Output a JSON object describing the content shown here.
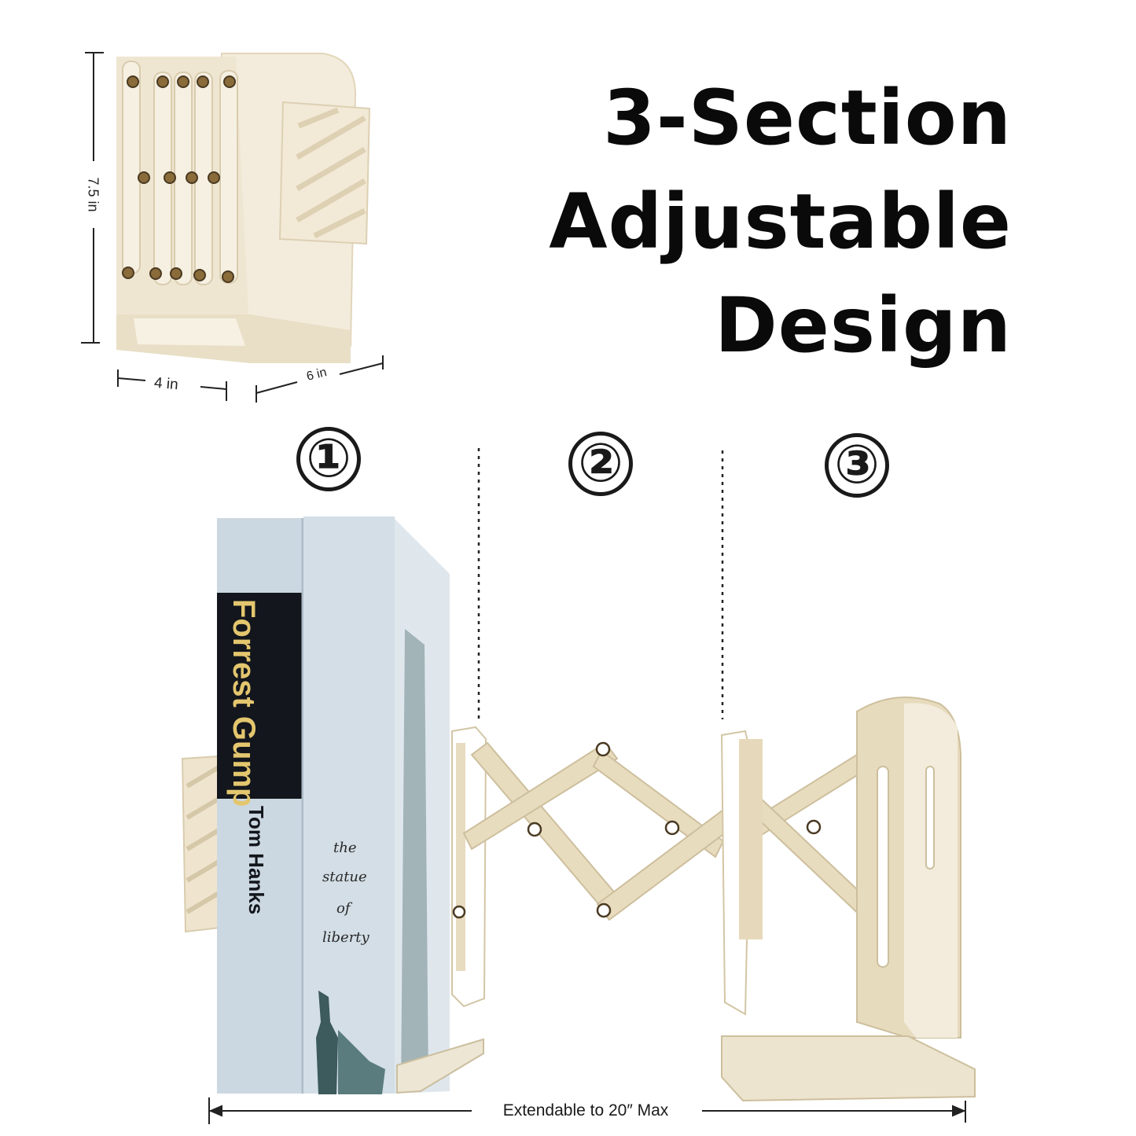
{
  "headline": {
    "line1": "3-Section",
    "line2": "Adjustable",
    "line3": "Design"
  },
  "dimensions": {
    "height": "7.5 in",
    "width": "4 in",
    "depth": "6 in"
  },
  "sections": {
    "one": "①",
    "two": "②",
    "three": "③"
  },
  "books": {
    "title": "Forrest Gump",
    "author": "Tom Hanks",
    "spine2_line1": "the",
    "spine2_line2": "statue",
    "spine2_line3": "of",
    "spine2_line4": "liberty"
  },
  "extend_label": "Extendable to 20″ Max",
  "colors": {
    "cream": "#efe6d2",
    "cream_shadow": "#d9ccae",
    "book_blue": "#cdd9e2",
    "book_band": "#13161c",
    "title_gold": "#e3c66e"
  }
}
